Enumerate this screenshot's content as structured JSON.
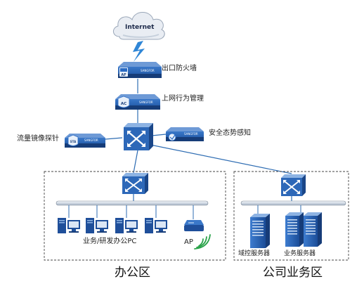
{
  "internet": {
    "label": "Internet"
  },
  "devices": {
    "egress_firewall": {
      "label": "出口防火墙",
      "badge": "AF",
      "brand": "SANGFOR"
    },
    "behavior_mgmt": {
      "label": "上网行为管理",
      "badge": "AC",
      "brand": "SANGFOR"
    },
    "traffic_mirror": {
      "label": "流量镜像探针",
      "badge": "STA",
      "brand": "SANGFOR"
    },
    "security_awareness": {
      "label": "安全态势感知",
      "brand": "SANGFOR"
    }
  },
  "office_zone": {
    "title": "办公区",
    "pc_label": "业务/研发办公PC",
    "ap_label": "AP"
  },
  "business_zone": {
    "title": "公司业务区",
    "domain_server_label": "域控服务器",
    "business_server_label": "业务服务器"
  },
  "colors": {
    "device_blue": "#1f4f9a",
    "device_dark": "#163c78",
    "link_blue": "#2f6db3",
    "cloud_fill": "#e9edf3",
    "bus_fill": "#dfe7f1",
    "dashed_border": "#444444"
  }
}
